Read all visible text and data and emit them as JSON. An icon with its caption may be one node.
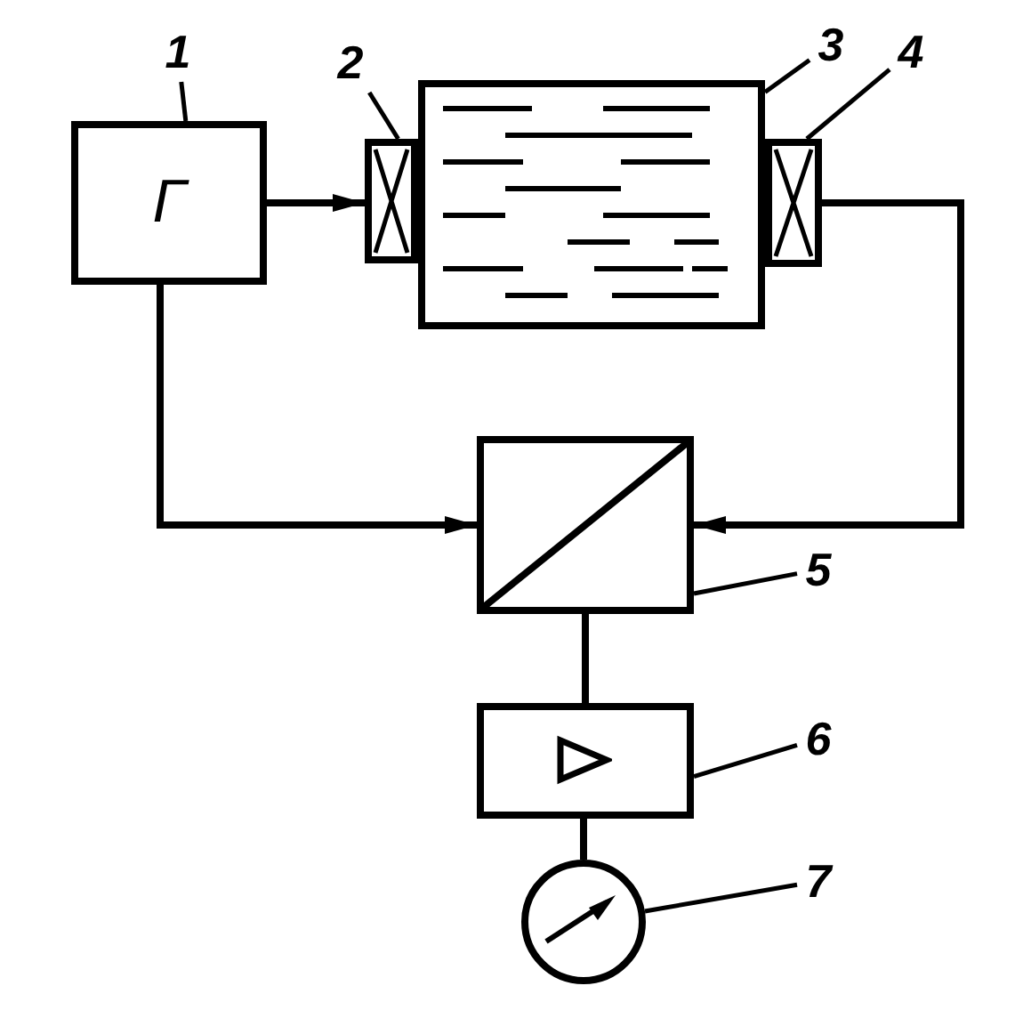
{
  "diagram": {
    "nodes": [
      {
        "text": [
          "1"
        ]
      },
      {
        "text": [
          "Г"
        ]
      },
      {
        "text": [
          "2"
        ]
      },
      {
        "text": [],
        "shape": "box"
      },
      {
        "text": [
          "3"
        ]
      },
      {
        "text": [],
        "shape": "box"
      },
      {
        "text": [
          "4"
        ]
      },
      {
        "text": [],
        "shape": "box"
      },
      {
        "text": [],
        "shape": "box"
      },
      {
        "text": [
          "5"
        ]
      },
      {
        "text": [],
        "shape": "box"
      },
      {
        "text": [
          "6"
        ]
      },
      {
        "text": [],
        "shape": "circle"
      },
      {
        "text": [
          "7"
        ]
      }
    ],
    "edges": [
      {
        "from": 0,
        "to": 1,
        "arrow": "none"
      },
      {
        "from": 2,
        "to": 3,
        "arrow": "none"
      },
      {
        "from": 4,
        "to": 5,
        "arrow": "none"
      },
      {
        "from": 6,
        "to": 7,
        "arrow": "none"
      },
      {
        "from": 9,
        "to": 8,
        "arrow": "none"
      },
      {
        "from": 11,
        "to": 10,
        "arrow": "none"
      },
      {
        "from": 13,
        "to": 12,
        "arrow": "none"
      },
      {
        "from": 1,
        "to": 3,
        "arrow": "to"
      },
      {
        "from": 1,
        "to": 8,
        "arrow": "to"
      },
      {
        "from": 7,
        "to": 8,
        "arrow": "to"
      },
      {
        "from": 8,
        "to": 10,
        "arrow": "none"
      },
      {
        "from": 10,
        "to": 12,
        "arrow": "none"
      }
    ]
  }
}
